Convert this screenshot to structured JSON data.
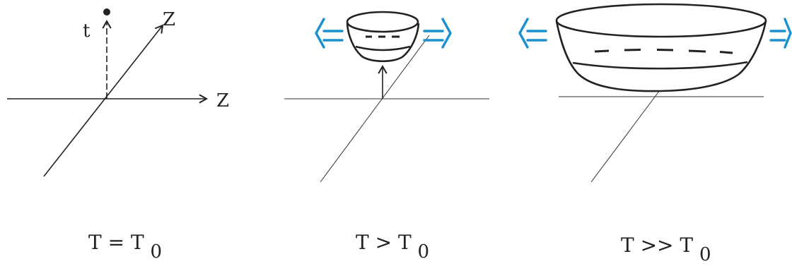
{
  "panels": [
    {
      "axis_labels": {
        "time": "t",
        "depth": "Z",
        "horizontal": "Z"
      },
      "caption": {
        "main": "T = T",
        "sub": "0"
      }
    },
    {
      "caption": {
        "main": "T > T",
        "sub": "0"
      }
    },
    {
      "caption": {
        "main": "T >> T",
        "sub": "0"
      }
    }
  ],
  "colors": {
    "arrows": "#1a90d0",
    "lines": "#222222"
  }
}
